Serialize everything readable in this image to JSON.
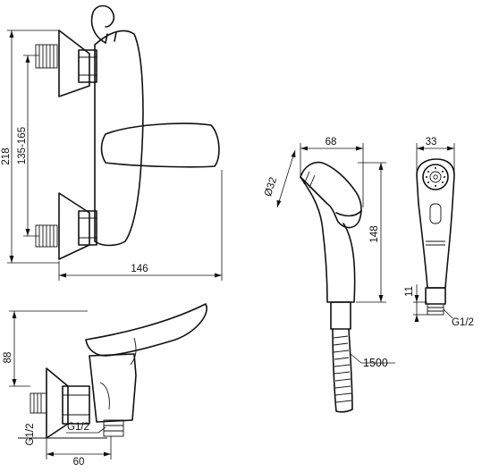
{
  "front_view": {
    "dim_height_total": "218",
    "dim_height_range": "135-165",
    "dim_width": "146"
  },
  "side_view": {
    "dim_height": "88",
    "dim_depth": "60",
    "thread_inlet": "G1/2",
    "thread_outlet": "G1/2"
  },
  "shower_side": {
    "dim_width": "68",
    "dim_diameter": "Ø32",
    "dim_height": "148",
    "hose_length": "1500"
  },
  "shower_front": {
    "dim_width": "33",
    "dim_thread_len": "11",
    "thread": "G1/2"
  }
}
